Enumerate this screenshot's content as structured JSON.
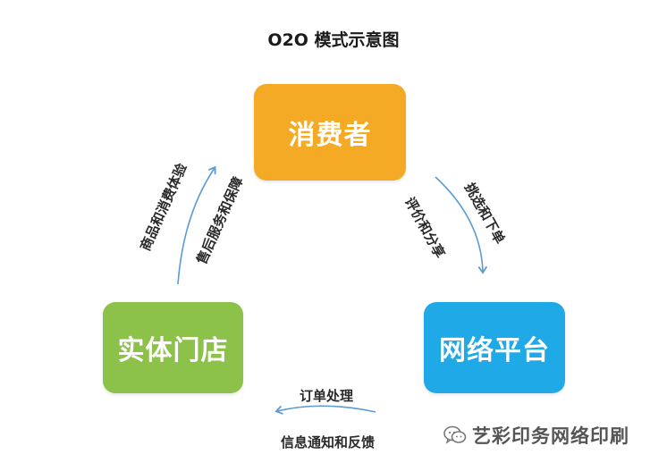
{
  "title": "O2O 模式示意图",
  "nodes": {
    "consumer": {
      "label": "消费者",
      "color": "#f5aa25"
    },
    "platform": {
      "label": "网络平台",
      "color": "#1fa9e6"
    },
    "store": {
      "label": "实体门店",
      "color": "#8cc14a"
    }
  },
  "edges": {
    "consumer_platform": [
      "挑选和下单",
      "评价和分享"
    ],
    "platform_store": [
      "订单处理",
      "信息通知和反馈"
    ],
    "store_consumer": [
      "商品和消费体验",
      "售后服务和保障"
    ]
  },
  "arrow_color": "#5b9bd5",
  "watermark": {
    "text": "艺彩印务网络印刷",
    "icon": "wechat-icon"
  }
}
